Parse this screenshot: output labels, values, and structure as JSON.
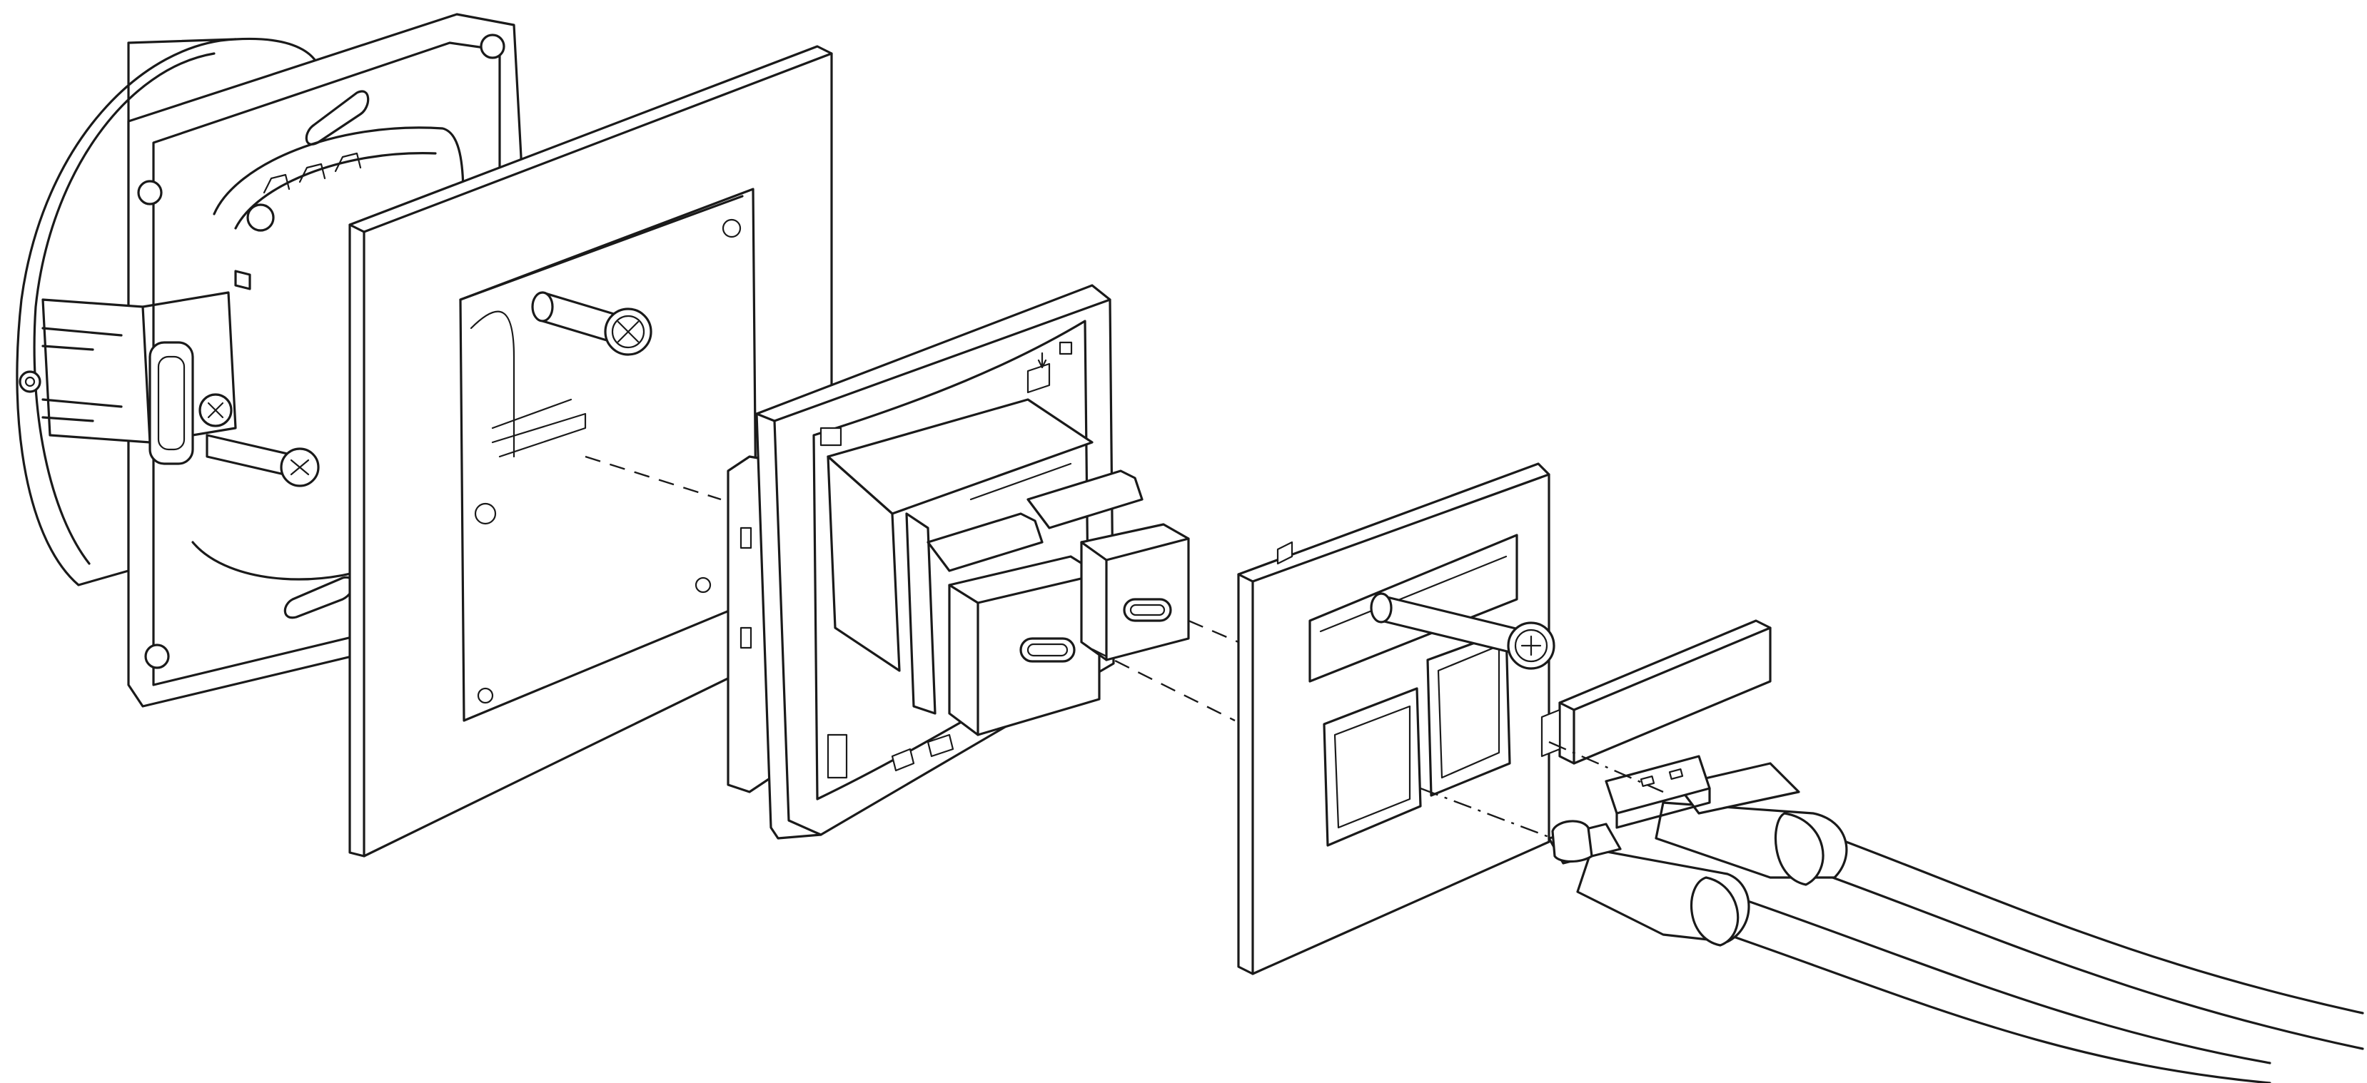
{
  "diagram": {
    "parts": [
      {
        "id": "mounting-box",
        "icon": "mounting-box-with-fixing-plate"
      },
      {
        "id": "cover-frame",
        "icon": "square-cover-frame"
      },
      {
        "id": "usb-module",
        "icon": "dual-usb-socket-module"
      },
      {
        "id": "front-plate",
        "icon": "front-plate-with-screw"
      },
      {
        "id": "usb-a-cable",
        "icon": "usb-a-plug-cable"
      },
      {
        "id": "usb-c-cable",
        "icon": "usb-c-plug-cable"
      },
      {
        "id": "blank-insert",
        "icon": "blank-insert-strip"
      }
    ],
    "colors": {
      "stroke": "#1a1a1a",
      "fill": "#ffffff"
    }
  }
}
